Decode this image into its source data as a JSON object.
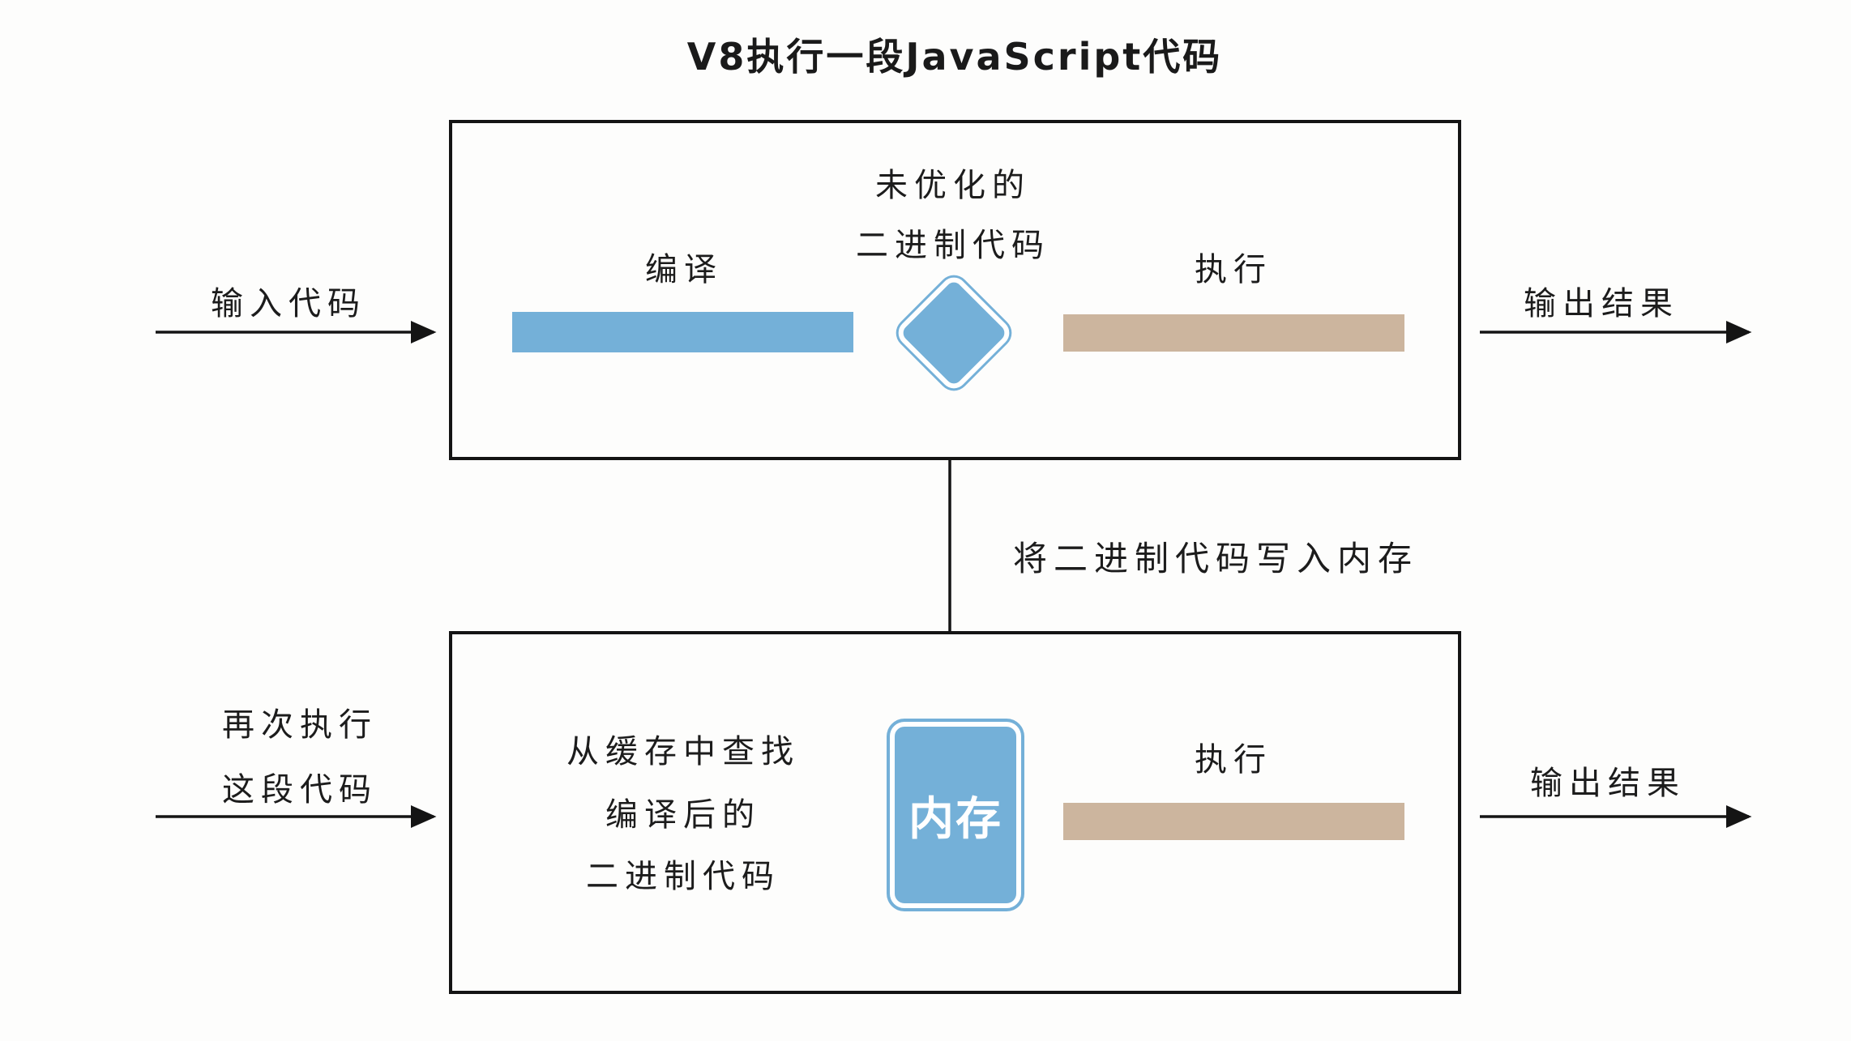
{
  "title": "V8执行一段JavaScript代码",
  "colors": {
    "blue": "#74b0d8",
    "tan": "#ccb59e",
    "ink": "#1a1a1a"
  },
  "top_flow": {
    "input_label": "输入代码",
    "compile_label": "编译",
    "binary_label_line1": "未优化的",
    "binary_label_line2": "二进制代码",
    "execute_label": "执行",
    "output_label": "输出结果"
  },
  "middle": {
    "arrow_label": "将二进制代码写入内存"
  },
  "bottom_flow": {
    "input_label_line1": "再次执行",
    "input_label_line2": "这段代码",
    "cache_label_line1": "从缓存中查找",
    "cache_label_line2": "编译后的",
    "cache_label_line3": "二进制代码",
    "memory_label": "内存",
    "execute_label": "执行",
    "output_label": "输出结果"
  }
}
